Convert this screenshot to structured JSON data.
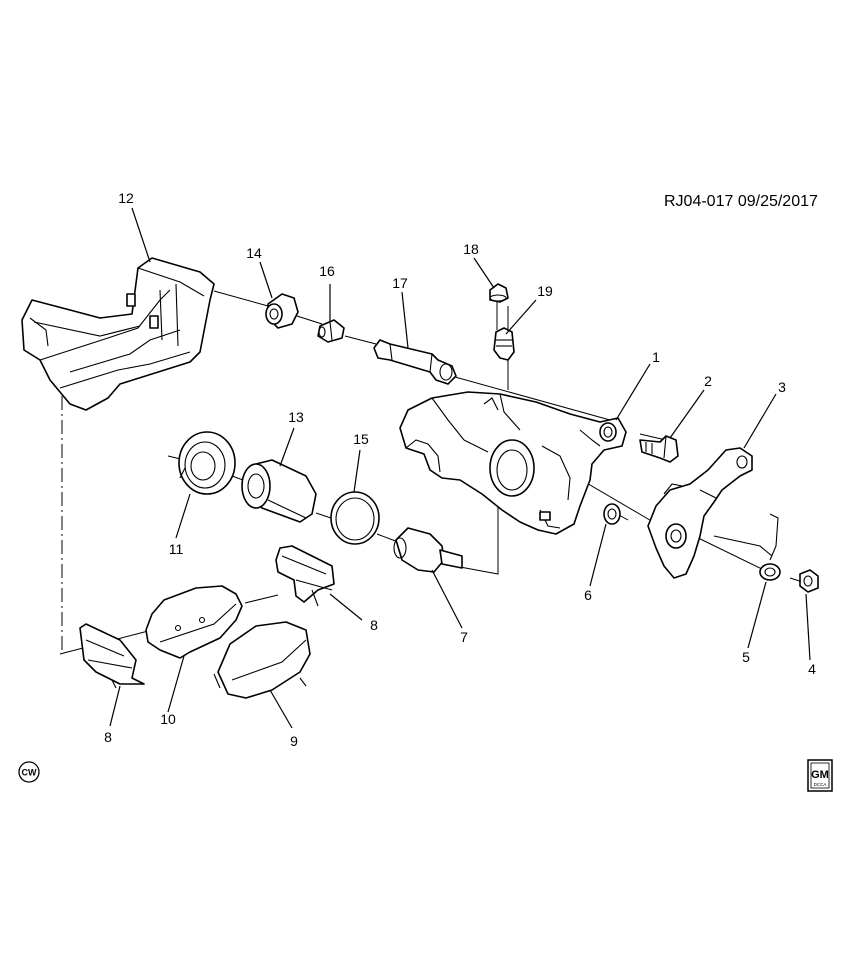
{
  "header": {
    "reference": "RJ04-017  09/25/2017"
  },
  "callouts": {
    "c1": "1",
    "c2": "2",
    "c3": "3",
    "c4": "4",
    "c5": "5",
    "c6": "6",
    "c7": "7",
    "c8a": "8",
    "c8b": "8",
    "c9": "9",
    "c10": "10",
    "c11": "11",
    "c12": "12",
    "c13": "13",
    "c14": "14",
    "c15": "15",
    "c16": "16",
    "c17": "17",
    "c18": "18",
    "c19": "19"
  },
  "badges": {
    "cw": "CW",
    "gm_logo": "GM",
    "gm_sub": "DCCA"
  },
  "icons": [
    "cw-badge-icon",
    "gm-logo-icon"
  ]
}
